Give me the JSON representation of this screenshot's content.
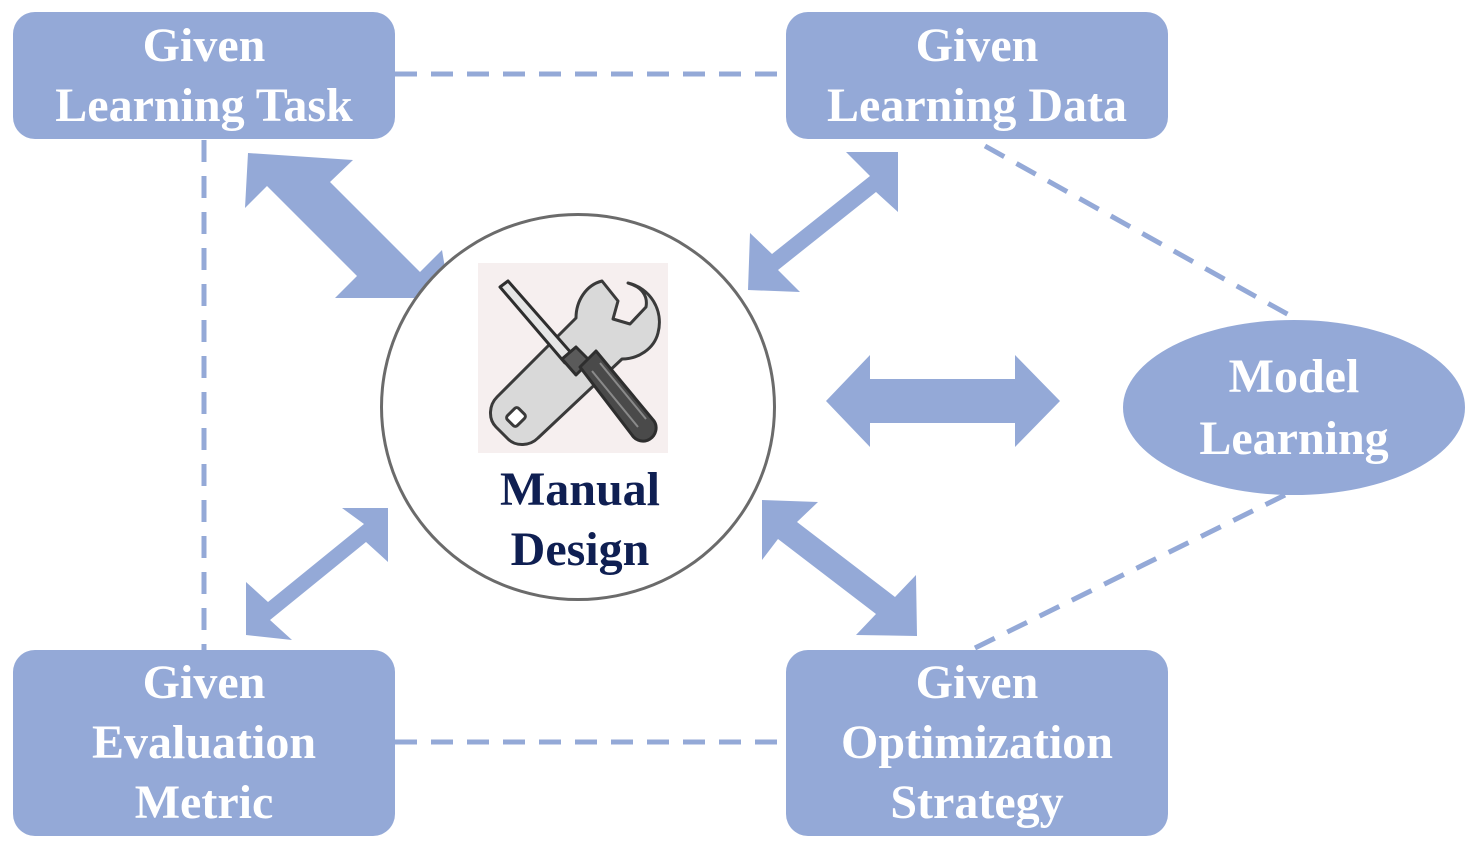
{
  "nodes": {
    "task": {
      "line1": "Given",
      "line2": "Learning Task"
    },
    "data": {
      "line1": "Given",
      "line2": "Learning Data"
    },
    "metric": {
      "line1": "Given",
      "line2": "Evaluation",
      "line3": "Metric"
    },
    "optimization": {
      "line1": "Given",
      "line2": "Optimization",
      "line3": "Strategy"
    },
    "model": {
      "line1": "Model",
      "line2": "Learning"
    },
    "center": {
      "line1": "Manual",
      "line2": "Design"
    }
  },
  "icons": {
    "center": "wrench-and-screwdriver-icon"
  },
  "colors": {
    "node_fill": "#94a9d7",
    "node_text": "#ffffff",
    "center_text": "#0f1f52",
    "circle_border": "#6b6b6b",
    "connector": "#94a9d7"
  }
}
